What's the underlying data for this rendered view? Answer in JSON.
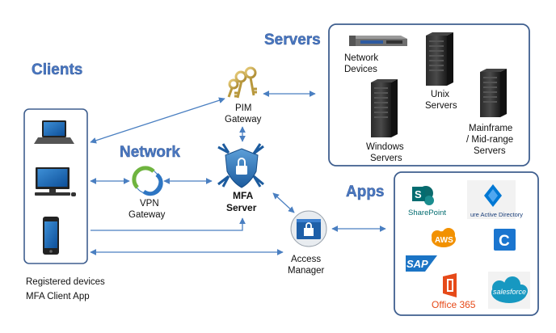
{
  "sections": {
    "clients": "Clients",
    "servers": "Servers",
    "network": "Network",
    "apps": "Apps"
  },
  "nodes": {
    "pim_gateway": [
      "PIM",
      "Gateway"
    ],
    "vpn_gateway": [
      "VPN",
      "Gateway"
    ],
    "mfa_server": [
      "MFA",
      "Server"
    ],
    "access_manager": [
      "Access",
      "Manager"
    ]
  },
  "servers": {
    "network_devices": [
      "Network",
      "Devices"
    ],
    "unix_servers": [
      "Unix",
      "Servers"
    ],
    "windows_servers": [
      "Windows",
      "Servers"
    ],
    "mainframe_servers": [
      "Mainframe",
      "/ Mid-range",
      "Servers"
    ]
  },
  "clients_footer": [
    "Registered devices",
    "MFA Client App"
  ],
  "apps": {
    "sharepoint": "SharePoint",
    "azure_ad": "ure Active Directory",
    "aws": "AWS",
    "citrix": "C",
    "sap": "SAP",
    "office365": "Office 365",
    "salesforce": "salesforce"
  },
  "colors": {
    "accent": "#4a78c2",
    "border": "#3f5f8f",
    "connector": "#4a7fc1",
    "sharepoint": "#0b6a6c",
    "aws": "#f29100",
    "office": "#e64a19",
    "salesforce": "#1798c1",
    "sap": "#1b74c5"
  }
}
